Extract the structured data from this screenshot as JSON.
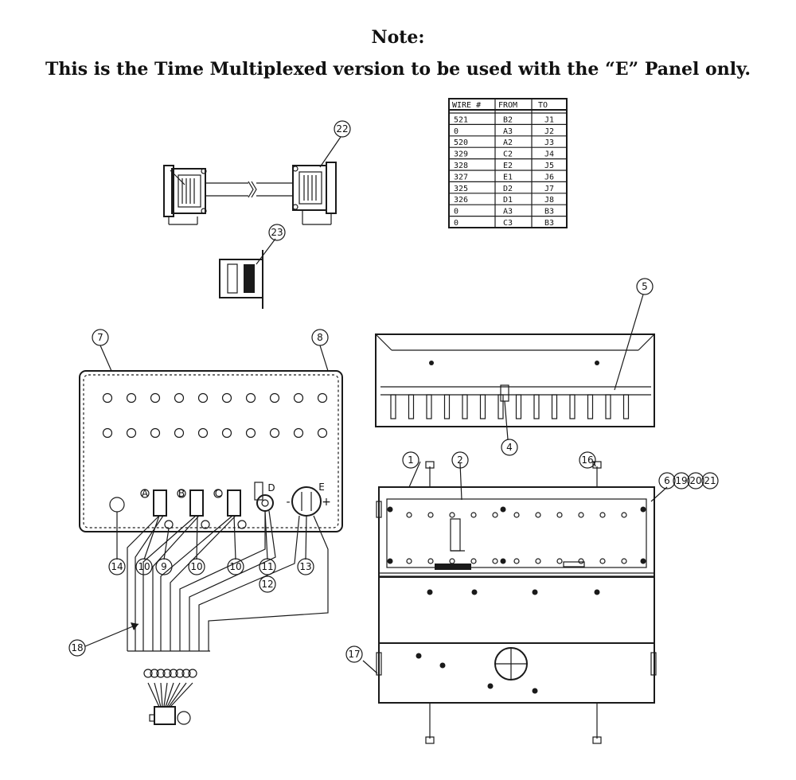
{
  "note": {
    "heading": "Note:",
    "text": "This is the Time Multiplexed version to be used with the “E” Panel only."
  },
  "wire_table": {
    "headers": [
      "WIRE #",
      "FROM",
      "TO"
    ],
    "rows": [
      [
        "521",
        "B2",
        "J1"
      ],
      [
        "0",
        "A3",
        "J2"
      ],
      [
        "520",
        "A2",
        "J3"
      ],
      [
        "329",
        "C2",
        "J4"
      ],
      [
        "328",
        "E2",
        "J5"
      ],
      [
        "327",
        "E1",
        "J6"
      ],
      [
        "325",
        "D2",
        "J7"
      ],
      [
        "326",
        "D1",
        "J8"
      ],
      [
        "0",
        "A3",
        "B3"
      ],
      [
        "0",
        "C3",
        "B3"
      ]
    ]
  },
  "callouts": [
    "1",
    "2",
    "4",
    "5",
    "6",
    "7",
    "8",
    "9",
    "10",
    "10",
    "10",
    "11",
    "12",
    "13",
    "14",
    "16",
    "17",
    "18",
    "19",
    "20",
    "21",
    "22",
    "23"
  ],
  "connector_letters": [
    "A",
    "B",
    "C",
    "D",
    "E"
  ],
  "polarity": [
    "-",
    "+"
  ]
}
